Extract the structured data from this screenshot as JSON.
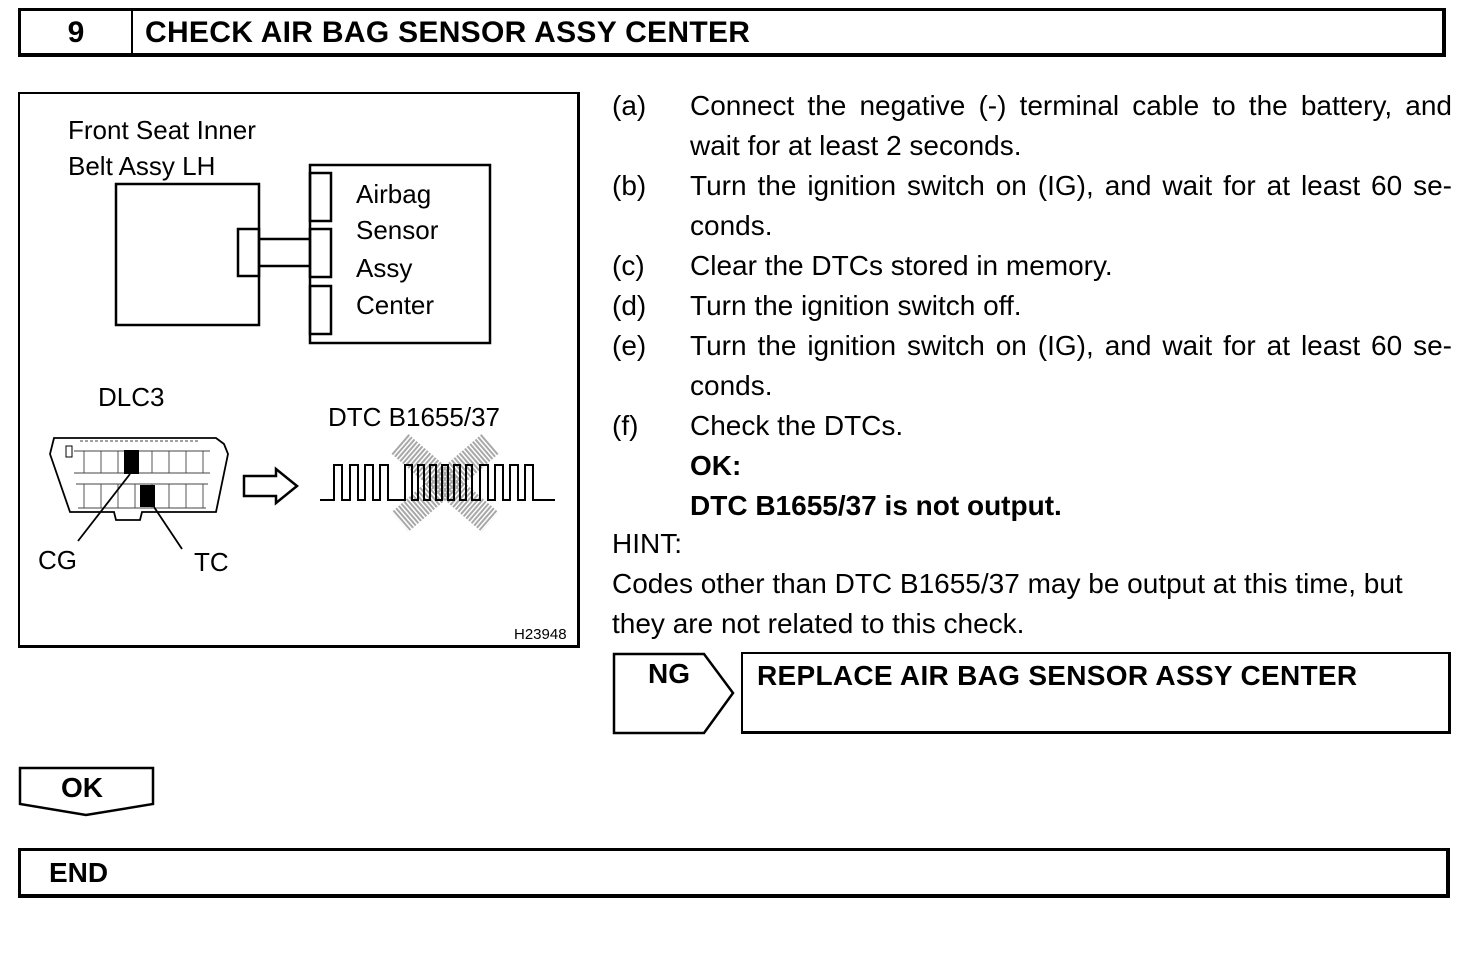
{
  "step": {
    "number": "9",
    "title": "CHECK AIR BAG SENSOR ASSY CENTER"
  },
  "figure": {
    "seat_belt_label_1": "Front Seat Inner",
    "seat_belt_label_2": "Belt Assy LH",
    "sensor_label_1": "Airbag",
    "sensor_label_2": "Sensor",
    "sensor_label_3": "Assy",
    "sensor_label_4": "Center",
    "dlc_label": "DLC3",
    "dtc_label": "DTC B1655/37",
    "cg_label": "CG",
    "tc_label": "TC",
    "figure_code": "H23948"
  },
  "procedure": [
    {
      "label": "(a)",
      "text": "Connect the negative (-) terminal cable to the battery, and wait for at least 2 seconds."
    },
    {
      "label": "(b)",
      "text": "Turn the ignition switch on (IG), and wait for at least 60 se-conds."
    },
    {
      "label": "(c)",
      "text": "Clear the DTCs stored in memory."
    },
    {
      "label": "(d)",
      "text": "Turn the ignition switch off."
    },
    {
      "label": "(e)",
      "text": "Turn the ignition switch on (IG), and wait for at least 60 se-conds."
    },
    {
      "label": "(f)",
      "text": "Check the DTCs."
    }
  ],
  "result": {
    "ok_title": "OK:",
    "ok_text": "DTC B1655/37 is not output."
  },
  "hint": {
    "title": "HINT:",
    "text": "Codes other than DTC B1655/37 may be output at this time, but they are not related to this check."
  },
  "ng": {
    "label": "NG",
    "action": "REPLACE AIR BAG SENSOR ASSY CENTER"
  },
  "ok": {
    "label": "OK"
  },
  "end": {
    "label": "END"
  }
}
